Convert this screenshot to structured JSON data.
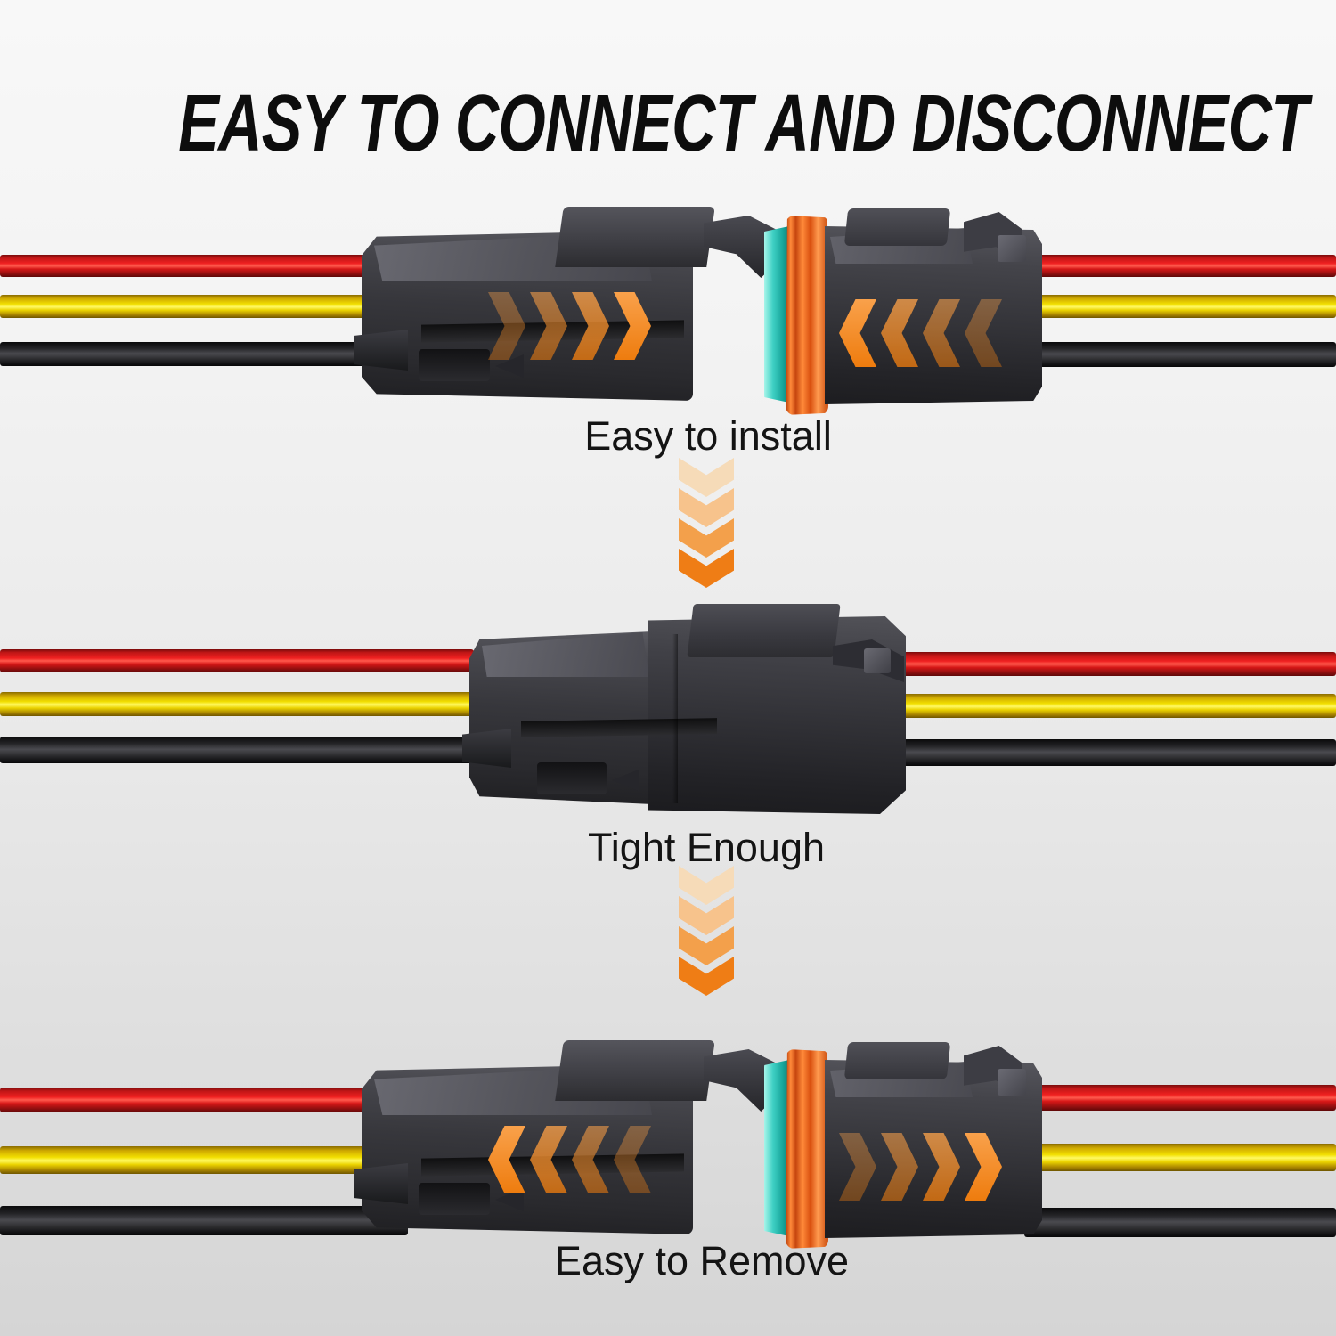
{
  "title": "EASY TO CONNECT AND DISCONNECT",
  "steps": [
    {
      "caption": "Easy to install",
      "arrows": "inward"
    },
    {
      "caption": "Tight Enough",
      "arrows": "none"
    },
    {
      "caption": "Easy to Remove",
      "arrows": "outward"
    }
  ],
  "wire_colors": [
    "red",
    "yellow",
    "black"
  ],
  "colors": {
    "wire_red": "#E81A1A",
    "wire_yellow": "#F2DC00",
    "wire_black": "#2B2B2E",
    "connector_gray": "#3A3A40",
    "accent_orange": "#F08419",
    "seal_orange": "#E85C17",
    "seal_teal": "#2FC4BA",
    "background_top": "#F8F8F8",
    "background_bottom": "#D4D4D4",
    "title_color": "#0D0D0D"
  }
}
